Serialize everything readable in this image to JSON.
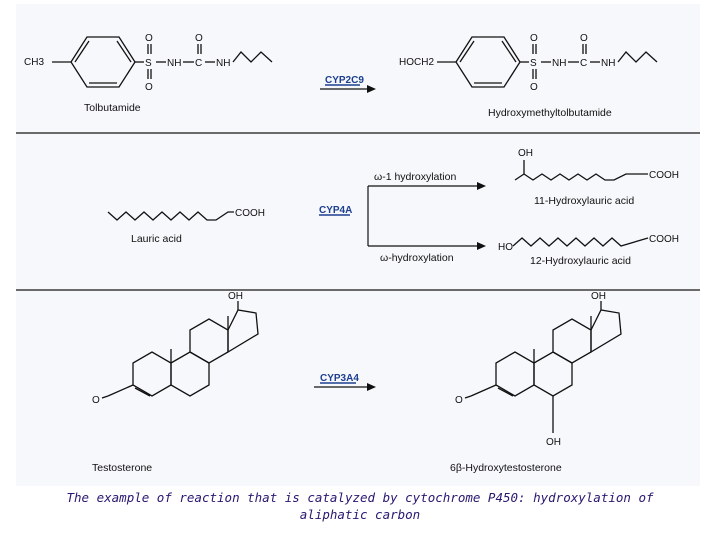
{
  "panel1": {
    "substrate_name": "Tolbutamide",
    "product_name": "Hydroxymethyltolbutamide",
    "enzyme": "CYP2C9",
    "atoms": {
      "ch3": "CH3",
      "hoch2": "HOCH2",
      "s": "S",
      "o": "O",
      "nh": "NH",
      "c": "C"
    }
  },
  "panel2": {
    "substrate_name": "Lauric acid",
    "enzyme": "CYP4A",
    "route_upper": "ω-1 hydroxylation",
    "route_lower": "ω-hydroxylation",
    "product_upper_name": "11-Hydroxylauric acid",
    "product_lower_name": "12-Hydroxylauric acid",
    "atoms": {
      "cooh": "COOH",
      "oh": "OH",
      "ho": "HO"
    }
  },
  "panel3": {
    "substrate_name": "Testosterone",
    "product_name": "6β-Hydroxytestosterone",
    "enzyme": "CYP3A4",
    "atoms": {
      "oh": "OH",
      "o": "O"
    }
  },
  "caption": {
    "line1": "The example of reaction that is catalyzed by cytochrome P450: hydroxylation of",
    "line2": "aliphatic carbon"
  }
}
